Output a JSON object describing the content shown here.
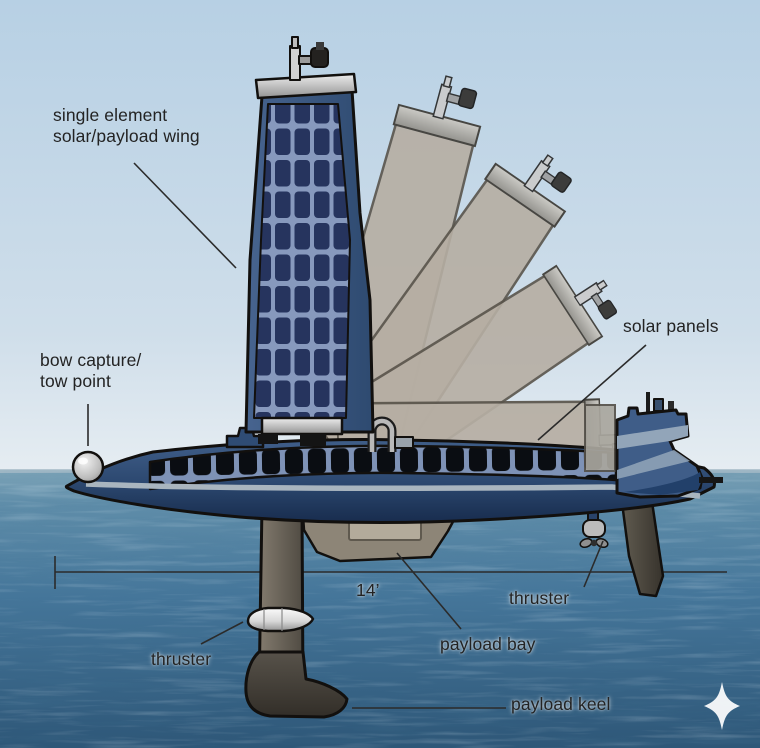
{
  "labels": {
    "wing": {
      "line1": "single element",
      "line2": "solar/payload wing"
    },
    "bow": {
      "line1": "bow capture/",
      "line2": "tow point"
    },
    "solar_panels": "solar panels",
    "thruster_left": "thruster",
    "thruster_right": "thruster",
    "payload_bay": "payload bay",
    "payload_keel": "payload keel",
    "dimension": "14’"
  },
  "icons": {
    "logo": "four-point-star-sparkle"
  },
  "colors": {
    "sky-top": "#b7d0e4",
    "sky-horizon": "#e6edf2",
    "sea-top": "#7da4b8",
    "sea-bottom": "#2e5778",
    "hull-navy": "#2c4870",
    "hull-dark": "#16294a",
    "wing-navy": "#3a5a85",
    "solar-cell": "#26345e",
    "solar-grid": "#8799bd",
    "deck-cell": "#0a0d12",
    "deck-grid": "#7e92b6",
    "ghost-wing": "#b6aea3",
    "keel-gray": "#6d665b",
    "metal-light": "#d9d9d9",
    "label-text": "#232323",
    "outline": "#12100e"
  }
}
